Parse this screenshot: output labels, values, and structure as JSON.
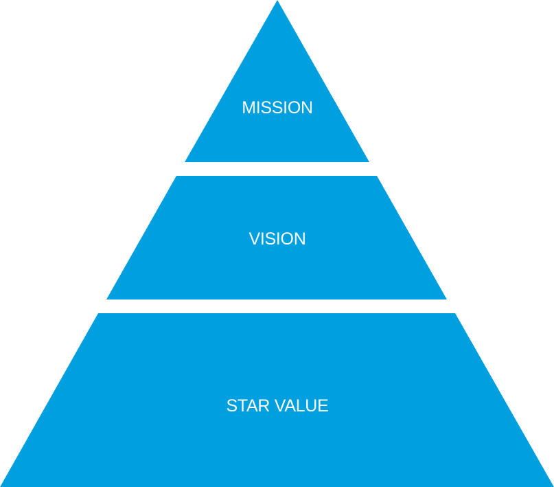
{
  "diagram": {
    "type": "pyramid",
    "fill_color": "#009fdf",
    "label_color": "#ffffff",
    "background_color": "#ffffff",
    "tiers": [
      {
        "id": "top",
        "label": "MISSION"
      },
      {
        "id": "middle",
        "label": "VISION"
      },
      {
        "id": "bottom",
        "label": "STAR VALUE"
      }
    ]
  }
}
